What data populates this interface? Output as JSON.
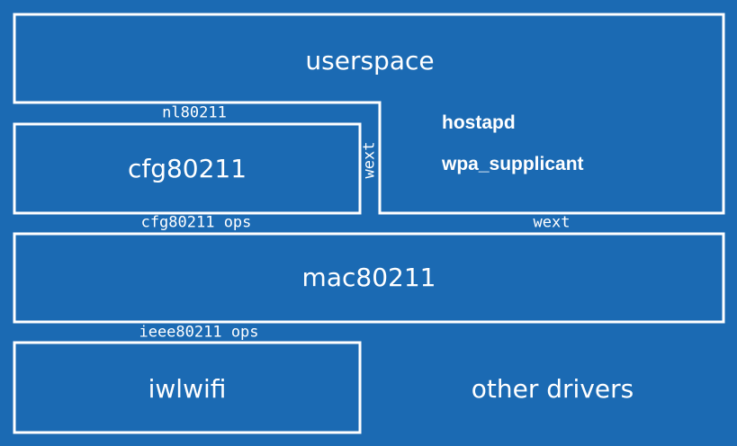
{
  "colors": {
    "background": "#1b6ab3",
    "line": "#ffffff",
    "text": "#ffffff"
  },
  "blocks": {
    "userspace": "userspace",
    "cfg80211": "cfg80211",
    "mac80211": "mac80211",
    "iwlwifi": "iwlwifi",
    "other_drivers": "other drivers"
  },
  "userspace_tools": {
    "hostapd": "hostapd",
    "wpa_supplicant": "wpa_supplicant"
  },
  "interfaces": {
    "nl80211": "nl80211",
    "wext_vertical": "wext",
    "cfg80211_ops": "cfg80211 ops",
    "wext_horizontal": "wext",
    "ieee80211_ops": "ieee80211 ops"
  }
}
